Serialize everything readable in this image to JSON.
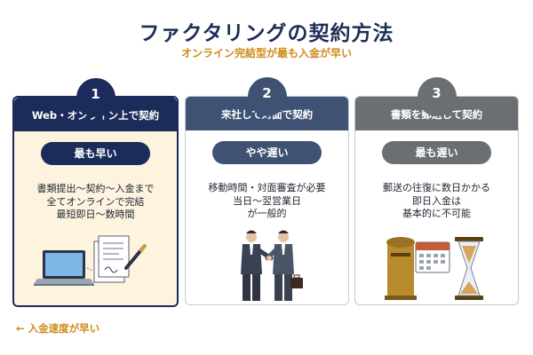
{
  "title": "ファクタリングの契約方法",
  "subtitle": "オンライン完結型が最も入金が早い",
  "methods": [
    {
      "number": "1",
      "header": "Web・オンライン上で契約",
      "badge": "最も早い",
      "lines": [
        "書類提出〜契約〜入金まで",
        "全てオンラインで完結",
        "最短即日〜数時間"
      ],
      "icons": [
        "laptop-icon",
        "contract-document-icon",
        "pen-icon"
      ]
    },
    {
      "number": "2",
      "header": "来社して対面で契約",
      "badge": "やや遅い",
      "lines": [
        "移動時間・対面審査が必要",
        "当日〜翌営業日",
        "が一般的"
      ],
      "icons": [
        "businessmen-handshake-icon"
      ]
    },
    {
      "number": "3",
      "header": "書類を郵送して契約",
      "badge": "最も遅い",
      "lines": [
        "郵送の往復に数日かかる",
        "即日入金は",
        "基本的に不可能"
      ],
      "icons": [
        "mailbox-icon",
        "calendar-icon",
        "hourglass-icon"
      ]
    }
  ],
  "footer": {
    "arrow": "←",
    "label": "入金速度が早い"
  },
  "colors": {
    "navy": "#1c2c5a",
    "slate": "#3f5273",
    "gray": "#6b6e72",
    "accent": "#d08a1a",
    "highlight_bg": "#fdf3de"
  }
}
